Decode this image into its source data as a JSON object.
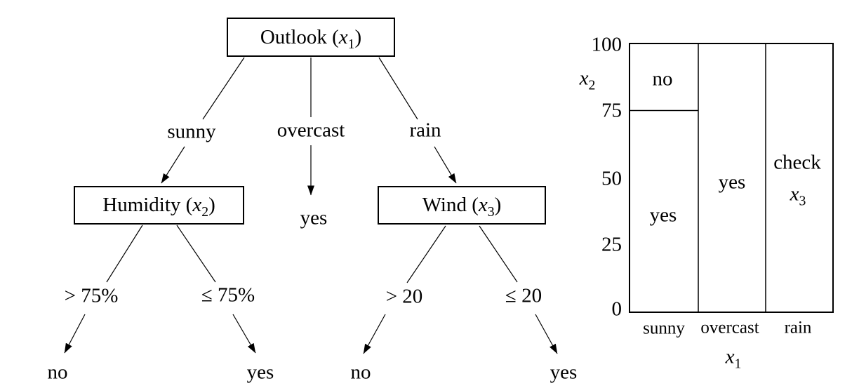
{
  "tree": {
    "root": {
      "pre": "Outlook (",
      "var": "x",
      "sub": "1",
      "post": ")"
    },
    "humidity": {
      "pre": "Humidity (",
      "var": "x",
      "sub": "2",
      "post": ")"
    },
    "wind": {
      "pre": "Wind (",
      "var": "x",
      "sub": "3",
      "post": ")"
    },
    "edges": {
      "sunny": "sunny",
      "overcast": "overcast",
      "rain": "rain",
      "humidity_high": "> 75%",
      "humidity_low": "≤ 75%",
      "wind_high": "> 20",
      "wind_low": "≤ 20"
    },
    "leaves": {
      "overcast": "yes",
      "humidity_high": "no",
      "humidity_low": "yes",
      "wind_high": "no",
      "wind_low": "yes"
    }
  },
  "chart": {
    "y_ticks": [
      "100",
      "75",
      "50",
      "25",
      "0"
    ],
    "y_label": {
      "var": "x",
      "sub": "2"
    },
    "x_label": {
      "var": "x",
      "sub": "1"
    },
    "x_categories": [
      "sunny",
      "overcast",
      "rain"
    ],
    "regions": {
      "sunny_high": "no",
      "sunny_low": "yes",
      "overcast": "yes",
      "rain": {
        "line1": "check",
        "var": "x",
        "sub": "3"
      }
    }
  },
  "chart_data": {
    "type": "heatmap",
    "title": "",
    "xlabel": "x1",
    "ylabel": "x2",
    "x_categories": [
      "sunny",
      "overcast",
      "rain"
    ],
    "ylim": [
      0,
      100
    ],
    "y_ticks": [
      0,
      25,
      50,
      75,
      100
    ],
    "grid": false,
    "legend": false,
    "regions": [
      {
        "x1": "sunny",
        "x2_range": [
          75,
          100
        ],
        "label": "no"
      },
      {
        "x1": "sunny",
        "x2_range": [
          0,
          75
        ],
        "label": "yes"
      },
      {
        "x1": "overcast",
        "x2_range": [
          0,
          100
        ],
        "label": "yes"
      },
      {
        "x1": "rain",
        "x2_range": [
          0,
          100
        ],
        "label": "check x3"
      }
    ]
  },
  "colors": {
    "foreground": "#000000",
    "background": "#ffffff"
  }
}
